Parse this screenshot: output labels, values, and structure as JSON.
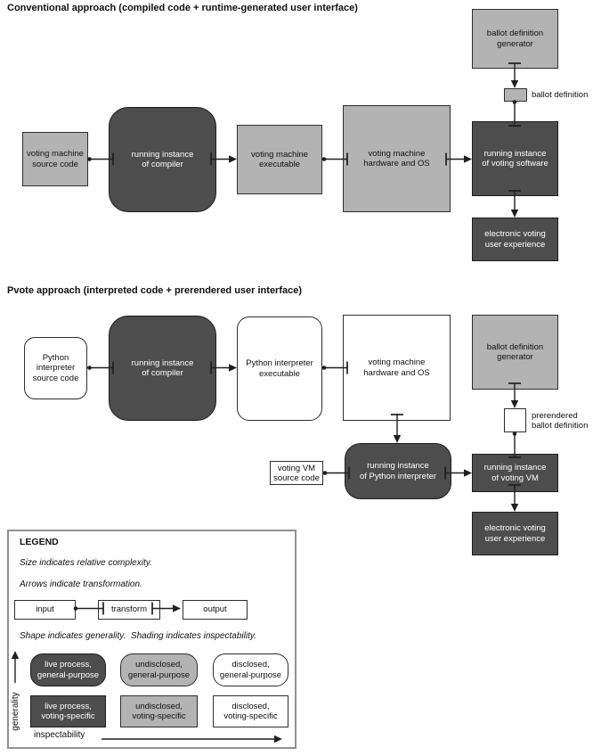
{
  "colors": {
    "dark_box": "#4d4d4d",
    "gray_box": "#b3b3b3",
    "white_box": "#ffffff",
    "line": "#1f1f1f",
    "text_on_dark": "#ffffff",
    "text": "#111111",
    "legend_border": "#919191"
  },
  "titles": {
    "conventional": "Conventional approach (compiled code + runtime-generated user interface)",
    "pvote": "Pvote approach (interpreted code + prerendered user interface)"
  },
  "conventional": {
    "ballot_definition_generator": "ballot definition\ngenerator",
    "ballot_definition_label": "ballot definition",
    "voting_machine_source_code": "voting machine\nsource code",
    "compiler": "running instance\nof compiler",
    "voting_machine_executable": "voting machine\nexecutable",
    "hardware_os": "voting machine\nhardware and OS",
    "voting_software": "running instance\nof voting software",
    "user_experience": "electronic voting\nuser experience"
  },
  "pvote": {
    "python_source_code": "Python\ninterpreter\nsource code",
    "compiler": "running instance\nof compiler",
    "python_executable": "Python interpreter\nexecutable",
    "hardware_os": "voting machine\nhardware and OS",
    "ballot_definition_generator": "ballot definition\ngenerator",
    "prerendered_ballot_definition_label": "prerendered\nballot definition",
    "voting_vm_source_code": "voting VM\nsource code",
    "python_interpreter": "running instance\nof Python interpreter",
    "voting_vm": "running instance\nof voting VM",
    "user_experience": "electronic voting\nuser experience"
  },
  "legend": {
    "title": "LEGEND",
    "size_note": "Size indicates relative complexity.",
    "arrows_note": "Arrows indicate transformation.",
    "input": "input",
    "transform": "transform",
    "output": "output",
    "shape_note": "Shape indicates generality.  Shading indicates inspectability.",
    "live_general": "live process,\ngeneral-purpose",
    "undisclosed_general": "undisclosed,\ngeneral-purpose",
    "disclosed_general": "disclosed,\ngeneral-purpose",
    "live_voting": "live process,\nvoting-specific",
    "undisclosed_voting": "undisclosed,\nvoting-specific",
    "disclosed_voting": "disclosed,\nvoting-specific",
    "generality_axis": "generality",
    "inspectability_axis": "inspectability"
  }
}
